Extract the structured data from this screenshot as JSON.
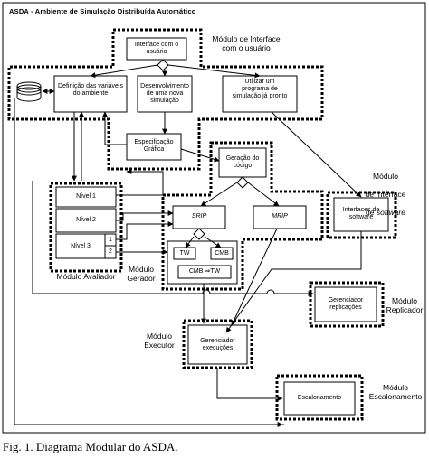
{
  "title": "ASDA - Ambiente de Simulação Distribuída Automático",
  "caption": "Fig. 1.  Diagrama Modular do ASDA.",
  "boxes": {
    "interface_usuario": "Interface com o usuário",
    "definicao_variaveis": "Definição das variáveis do ambiente",
    "desenvolvimento_simulacao": "Desenvolvimento de uma nova simulação",
    "utilizar_programa": "Utilizar um programa de simulação já pronto",
    "especificacao_grafica": "Especificação Gráfica",
    "geracao_codigo": "Geração do código",
    "nivel1": "Nível 1",
    "nivel2": "Nível 2",
    "nivel3": "Nível 3",
    "nivel3_sub1": "1",
    "nivel3_sub2": "2",
    "srip": "SRIP",
    "mrip": "MRIP",
    "tw": "TW",
    "cmb": "CMB",
    "cmb_tw": "CMB ⇒TW",
    "interfaces_software": "Interfaces de software",
    "gerenciador_replicacoes": "Gerenciador replicações",
    "gerenciador_execucoes": "Gerenciador execuções",
    "escalonamento": "Escalonamento"
  },
  "modules": {
    "interface_usuario": "Módulo de Interface com o usuário",
    "interface_software_line1": "Módulo",
    "interface_software_line2": "de Interface",
    "interface_software_prefix": "de ",
    "interface_software_italic": "software",
    "avaliador": "Módulo Avaliador",
    "gerador": "Módulo Gerador",
    "replicador": "Módulo Replicador",
    "executor": "Módulo Executor",
    "escalonamento": "Módulo Escalonamento"
  }
}
